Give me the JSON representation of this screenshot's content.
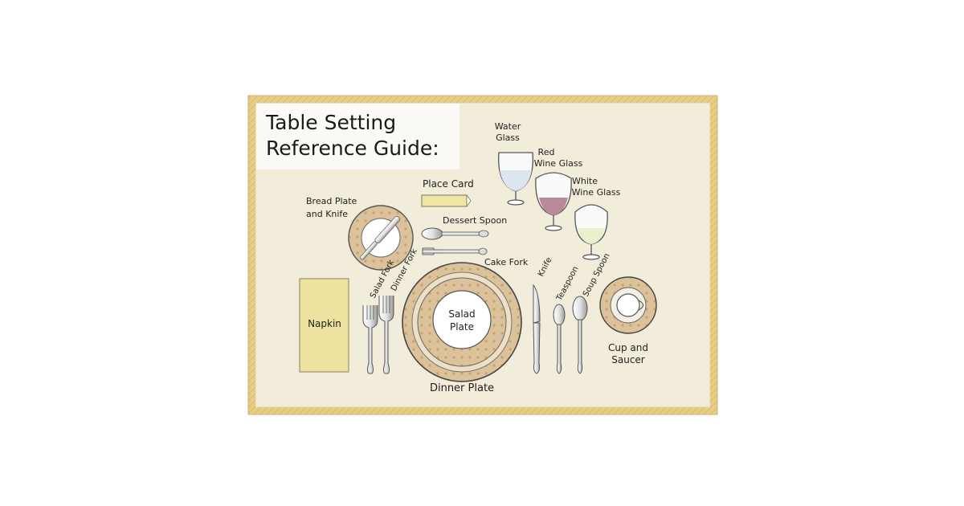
{
  "title": {
    "line1": "Table Setting",
    "line2": "Reference Guide:"
  },
  "labels": {
    "water_glass": [
      "Water",
      "Glass"
    ],
    "red_wine_glass": [
      "Red",
      "Wine Glass"
    ],
    "white_wine_glass": [
      "White",
      "Wine Glass"
    ],
    "place_card": "Place Card",
    "bread_plate": [
      "Bread Plate",
      "and Knife"
    ],
    "dessert_spoon": "Dessert Spoon",
    "cake_fork": "Cake Fork",
    "salad_fork": "Salad Fork",
    "dinner_fork": "Dinner Fork",
    "knife": "Knife",
    "teaspoon": "Teaspoon",
    "soup_spoon": "Soup Spoon",
    "napkin": "Napkin",
    "salad_plate": [
      "Salad",
      "Plate"
    ],
    "dinner_plate": "Dinner Plate",
    "cup_saucer": [
      "Cup and",
      "Saucer"
    ]
  },
  "colors": {
    "mat_fill": "#f2ecdb",
    "border": "#e4c97e",
    "plate_rim": "#dcc29a",
    "napkin": "#ede29f",
    "red_wine": "#b98a98",
    "white_wine": "#e9efcf",
    "water": "#dde6ee"
  }
}
